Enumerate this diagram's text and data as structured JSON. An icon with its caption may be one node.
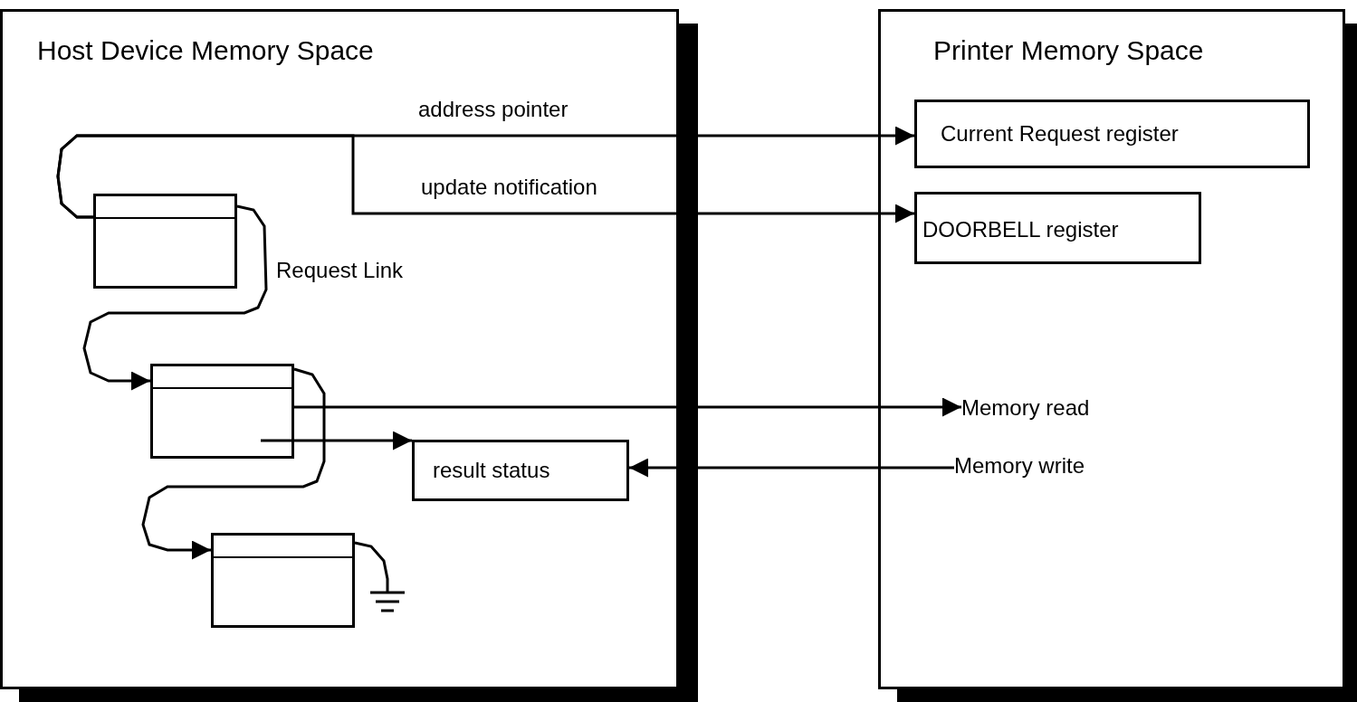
{
  "diagram": {
    "nodes": [
      {
        "text": [
          "Host Device Memory Space"
        ]
      },
      {
        "text": [],
        "shape": "box",
        "in": 0
      },
      {
        "text": [],
        "shape": "box",
        "in": 0
      },
      {
        "text": [],
        "shape": "box",
        "in": 0
      },
      {
        "text": [],
        "shape": "ground",
        "in": 0
      },
      {
        "text": [
          "result status"
        ],
        "in": 0
      },
      {
        "text": [
          "Printer Memory Space"
        ]
      },
      {
        "text": [
          "Current Request register"
        ],
        "in": 6
      },
      {
        "text": [
          "DOORBELL register"
        ],
        "in": 6
      },
      {
        "text": [
          "Memory read"
        ],
        "in": 6
      },
      {
        "text": [
          "Memory write"
        ],
        "in": 6
      }
    ],
    "edges": [
      {
        "from": 1,
        "to": 7,
        "arrow": "to",
        "label": "address pointer"
      },
      {
        "from": 1,
        "to": 8,
        "arrow": "to",
        "label": "update notification"
      },
      {
        "from": 1,
        "to": 2,
        "arrow": "to",
        "label": "Request Link"
      },
      {
        "from": 2,
        "to": 3,
        "arrow": "to"
      },
      {
        "from": 3,
        "to": 4,
        "arrow": "none"
      },
      {
        "from": 2,
        "to": 9,
        "arrow": "to"
      },
      {
        "from": 2,
        "to": 5,
        "arrow": "to"
      },
      {
        "from": 10,
        "to": 5,
        "arrow": "to"
      }
    ]
  }
}
